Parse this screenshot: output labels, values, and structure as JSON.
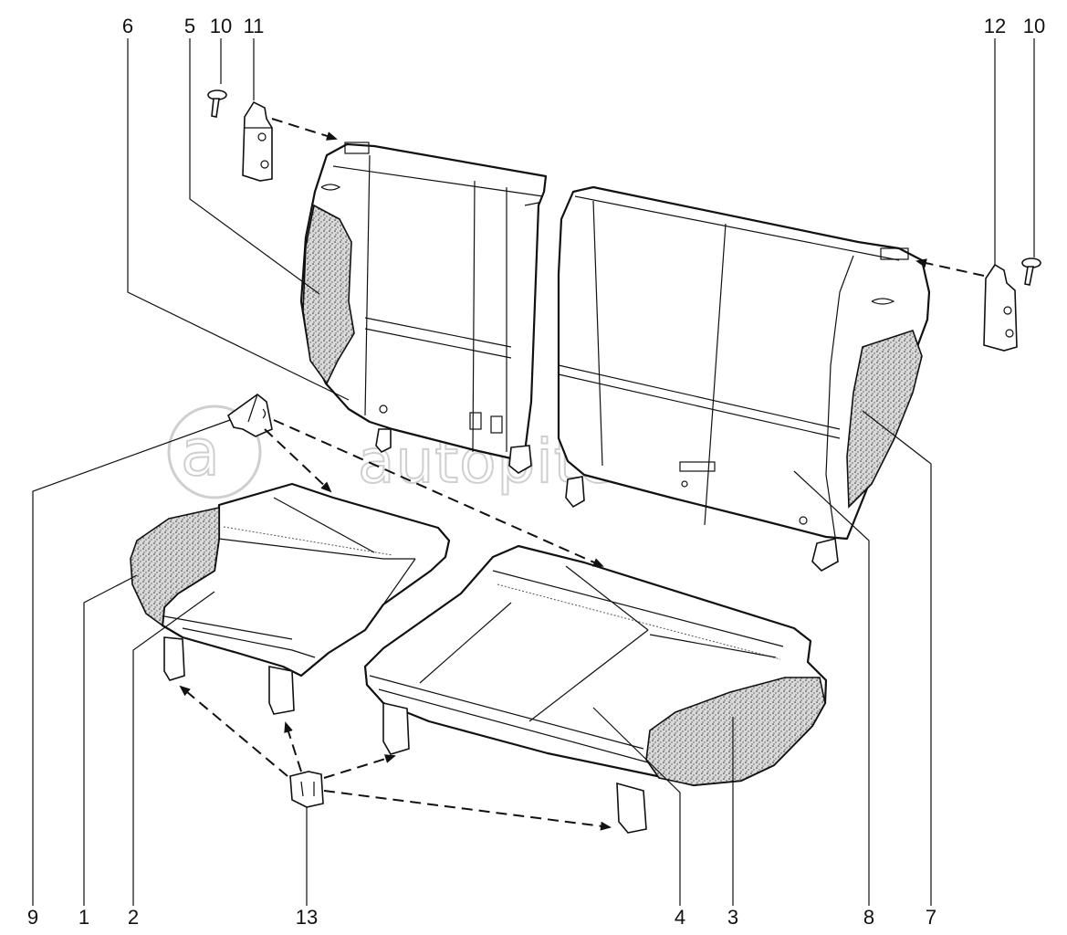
{
  "watermark": {
    "text": "autopiter.ru"
  },
  "callouts": [
    {
      "id": "label-6",
      "text": "6"
    },
    {
      "id": "label-5",
      "text": "5"
    },
    {
      "id": "label-10a",
      "text": "10"
    },
    {
      "id": "label-11",
      "text": "11"
    },
    {
      "id": "label-12",
      "text": "12"
    },
    {
      "id": "label-10b",
      "text": "10"
    },
    {
      "id": "label-9",
      "text": "9"
    },
    {
      "id": "label-1",
      "text": "1"
    },
    {
      "id": "label-2",
      "text": "2"
    },
    {
      "id": "label-13",
      "text": "13"
    },
    {
      "id": "label-4",
      "text": "4"
    },
    {
      "id": "label-3",
      "text": "3"
    },
    {
      "id": "label-8",
      "text": "8"
    },
    {
      "id": "label-7",
      "text": "7"
    }
  ]
}
